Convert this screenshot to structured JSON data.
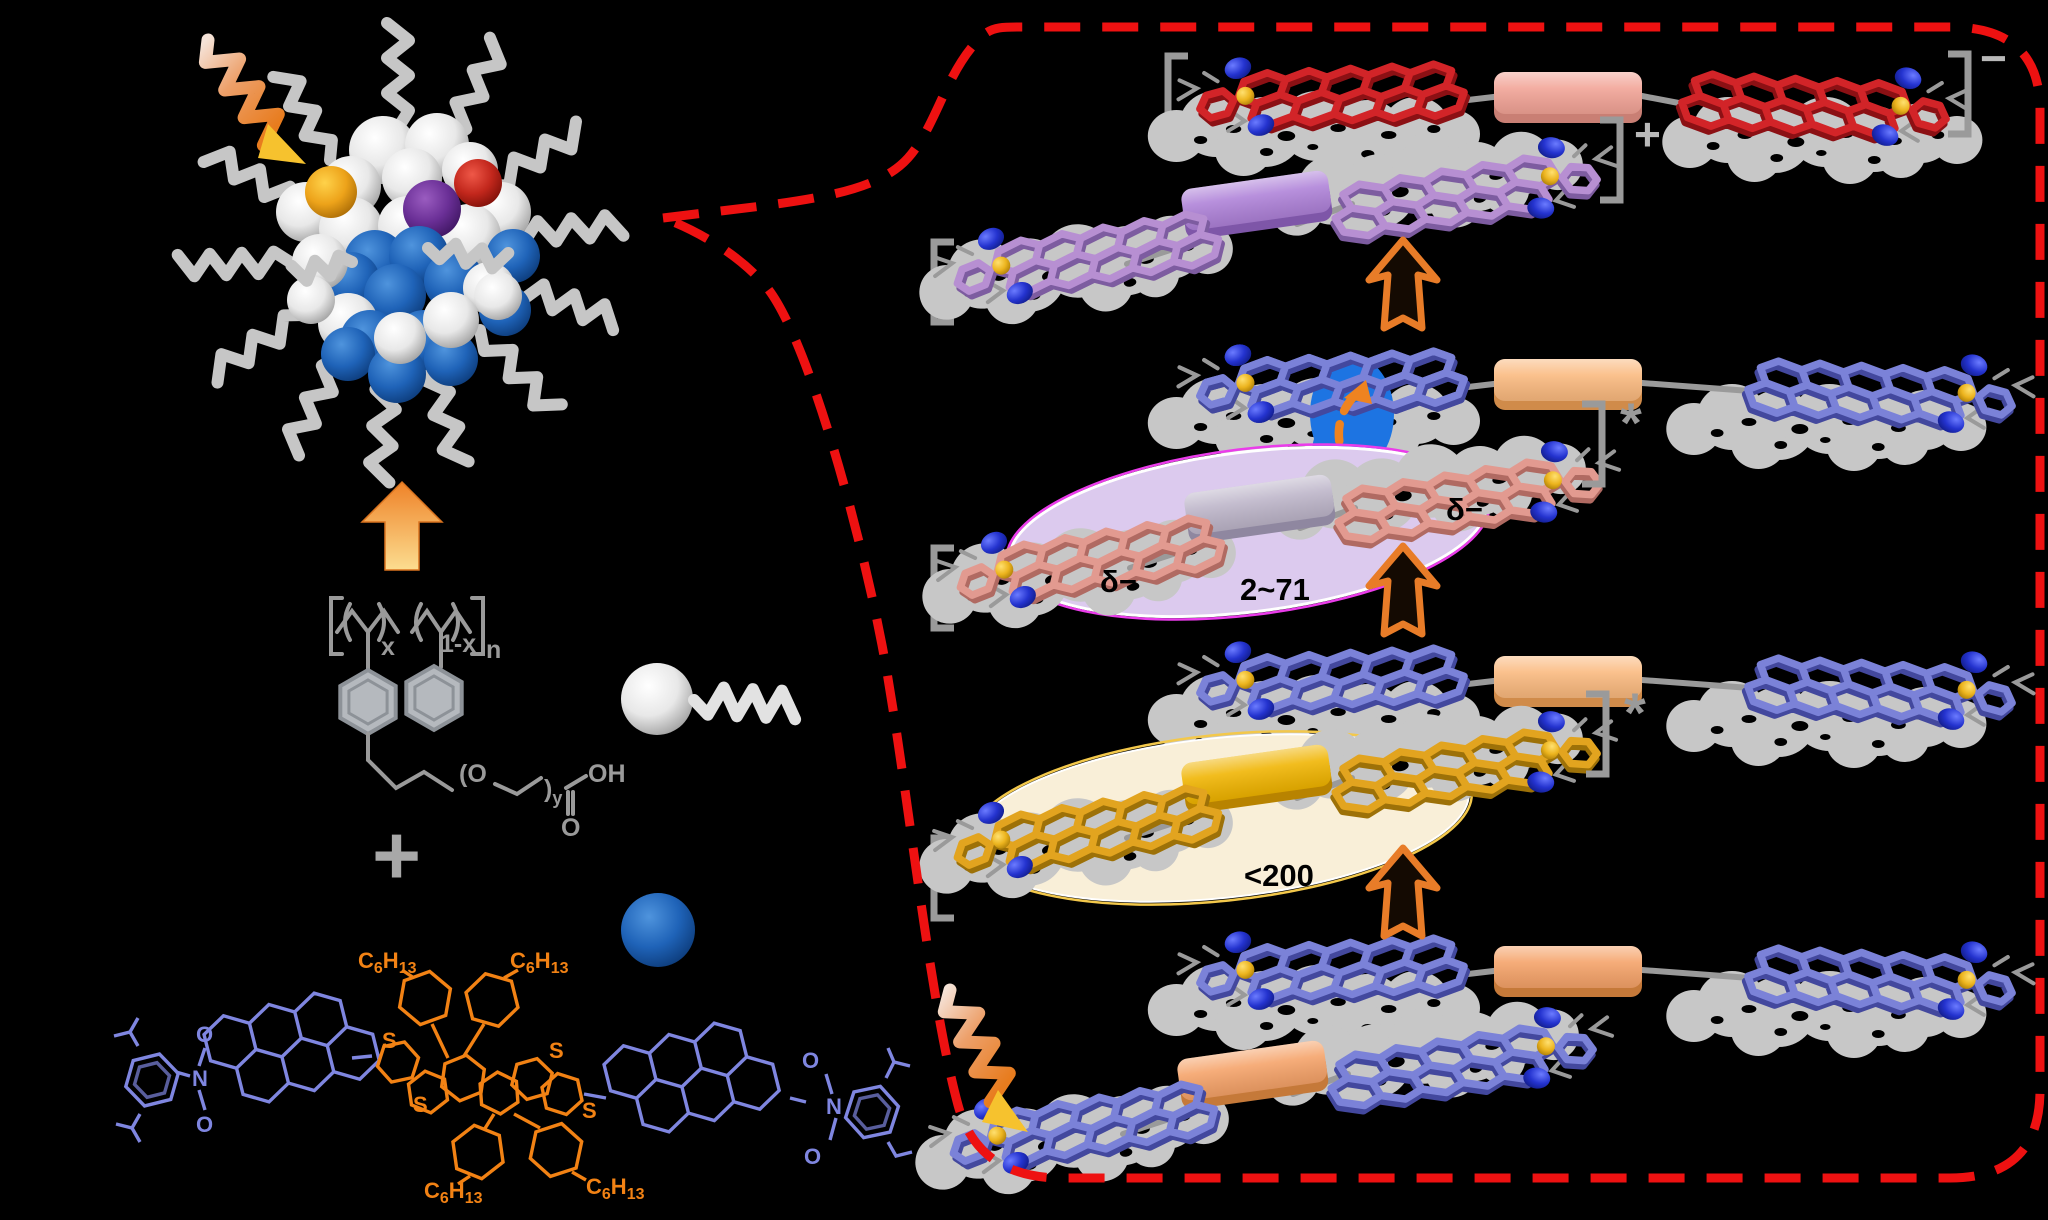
{
  "figure": {
    "type": "scheme",
    "description": "Nanoparticle self-assembly and excited-state dynamics scheme"
  },
  "left": {
    "polymer": {
      "x": "x",
      "one_minus_x": "1-x",
      "n": "n",
      "ether_open": "(O",
      "close_paren": ")",
      "y_sub": "y",
      "oh": "OH",
      "carbonyl_o": "O"
    },
    "plus": "+",
    "dye": {
      "sulfur": "S",
      "nitrogen": "N",
      "oxygen": "O",
      "hexyl_c": "C",
      "hexyl_6": "6",
      "hexyl_h": "H",
      "hexyl_13": "13"
    }
  },
  "right": {
    "anion_minus": "−",
    "cation_plus": "+",
    "excited_mark": "*",
    "delta_minus": "δ−",
    "ct_time": "2~71",
    "excimer_time": "<200"
  },
  "colors": {
    "background": "#000000",
    "callout": "#ee1111",
    "blue_mol": "#7b82d8",
    "blue_mol_dark": "#43489e",
    "red_mol": "#d22428",
    "red_mol_dark": "#8c1014",
    "purple_mol": "#b78fd2",
    "purple_mol_dark": "#7d5ca0",
    "pink_mol": "#e29a90",
    "pink_mol_dark": "#b06a62",
    "gold_mol": "#e2a41f",
    "gold_mol_dark": "#9d7108",
    "box_salmon": "#f2a396",
    "box_salmon_dark": "#c97f74",
    "box_orange": "#fab97e",
    "box_orange_dark": "#d08b4a",
    "box_deep_orange": "#f5a268",
    "box_deep_orange_dark": "#c57939",
    "box_purple": "#ae81d8",
    "box_purple_dark": "#7e56a8",
    "box_gray": "#bdb5c9",
    "box_gray_dark": "#8f87a0",
    "box_gold": "#f0b400",
    "box_gold_dark": "#b88300",
    "glow_lavender": "#dccaee",
    "glow_lavender_edge": "#ea3cea",
    "glow_ivory": "#f9efd8",
    "glow_ivory_edge": "#f3c84b",
    "cloud": "#c7c7c7",
    "ball_blue": "#2433cf",
    "ball_yellow": "#ecb41e",
    "arrow_orange": "#e87c28",
    "polymer_gray": "#9a9a9a",
    "dye_blue": "#7f86e0",
    "dye_orange": "#f28214"
  }
}
